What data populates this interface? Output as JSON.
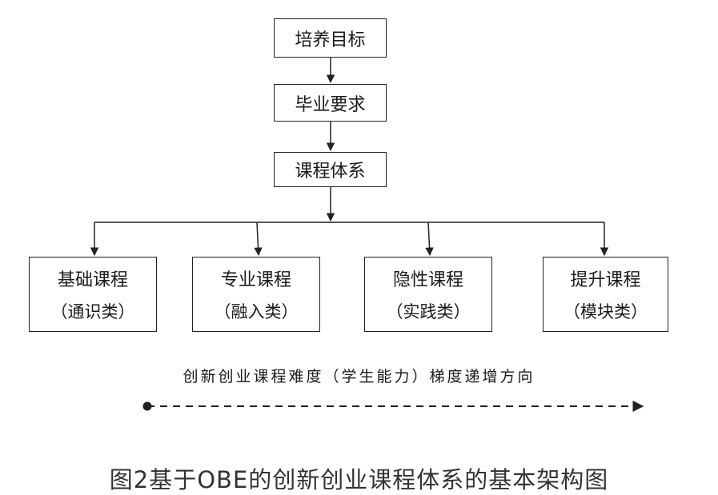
{
  "flow": {
    "top": "培养目标",
    "middle": "毕业要求",
    "bottom": "课程体系"
  },
  "categories": [
    {
      "name": "基础课程",
      "type": "（通识类）"
    },
    {
      "name": "专业课程",
      "type": "（融入类）"
    },
    {
      "name": "隐性课程",
      "type": "（实践类）"
    },
    {
      "name": "提升课程",
      "type": "（模块类）"
    }
  ],
  "direction_label": "创新创业课程难度（学生能力）梯度递增方向",
  "caption": "图2基于OBE的创新创业课程体系的基本架构图",
  "colors": {
    "line": "#222222",
    "text": "#1a1a1a",
    "caption": "#333333"
  }
}
